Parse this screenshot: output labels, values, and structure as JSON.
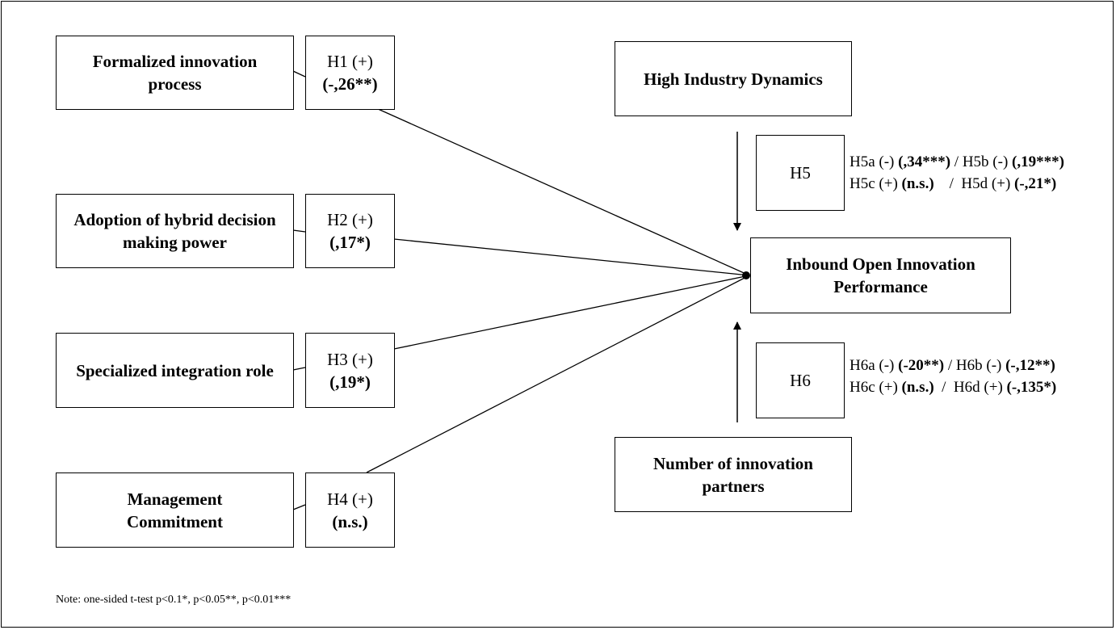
{
  "constructs": {
    "formalized": "Formalized innovation process",
    "hybrid": "Adoption of hybrid decision making power",
    "specialized": "Specialized integration role",
    "management": "Management Commitment",
    "dynamics": "High Industry Dynamics",
    "outcome": "Inbound Open Innovation Performance",
    "partners": "Number of innovation partners"
  },
  "hypotheses": {
    "h1": {
      "label": "H1 (+)",
      "coef": "(-,26**)"
    },
    "h2": {
      "label": "H2 (+)",
      "coef": "(,17*)"
    },
    "h3": {
      "label": "H3 (+)",
      "coef": "(,19*)"
    },
    "h4": {
      "label": "H4 (+)",
      "coef": "(n.s.)"
    },
    "h5": {
      "label": "H5"
    },
    "h6": {
      "label": "H6"
    }
  },
  "moderation": {
    "h5": {
      "line1": {
        "a": "H5a (-) ",
        "a_coef": "(,34***)",
        "b": " / H5b (-) ",
        "b_coef": "(,19***)"
      },
      "line2": {
        "c": "H5c (+) ",
        "c_coef": "(n.s.)",
        "d": "    /  H5d (+) ",
        "d_coef": "(-,21*)"
      }
    },
    "h6": {
      "line1": {
        "a": "H6a (-) ",
        "a_coef": "(-20**)",
        "b": " / H6b (-) ",
        "b_coef": "(-,12**)"
      },
      "line2": {
        "c": "H6c (+) ",
        "c_coef": "(n.s.)",
        "d": "  /  H6d (+) ",
        "d_coef": "(-,135*)"
      }
    }
  },
  "note": "Note: one-sided t-test p<0.1*, p<0.05**, p<0.01***"
}
